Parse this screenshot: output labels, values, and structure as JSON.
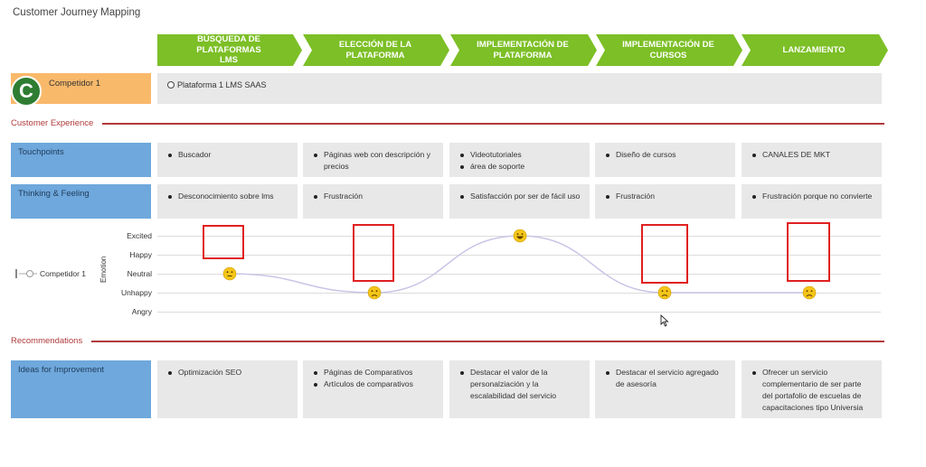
{
  "title": "Customer Journey Mapping",
  "stages": [
    {
      "label_line1": "BÚSQUEDA DE PLATAFORMAS",
      "label_line2": "LMS"
    },
    {
      "label_line1": "ELECCIÓN DE LA",
      "label_line2": "PLATAFORMA"
    },
    {
      "label_line1": "IMPLEMENTACIÓN DE",
      "label_line2": "PLATAFORMA"
    },
    {
      "label_line1": "IMPLEMENTACIÓN DE",
      "label_line2": "CURSOS"
    },
    {
      "label_line1": "LANZAMIENTO",
      "label_line2": ""
    }
  ],
  "persona": {
    "avatar_letter": "C",
    "name": "Competidor 1",
    "platform": "Plataforma 1 LMS SAAS"
  },
  "sections": {
    "experience": "Customer Experience",
    "recommendations": "Recommendations"
  },
  "touchpoints": {
    "label": "Touchpoints",
    "cells": [
      [
        "Buscador"
      ],
      [
        "Páginas web con descripción y precios"
      ],
      [
        "Videotutoriales",
        "área de soporte"
      ],
      [
        "Diseño de cursos"
      ],
      [
        "CANALES DE MKT"
      ]
    ]
  },
  "thinking": {
    "label": "Thinking & Feeling",
    "cells": [
      [
        "Desconocimiento sobre lms"
      ],
      [
        "Frustración"
      ],
      [
        "Satisfacción por ser de fácil uso"
      ],
      [
        "Frustración"
      ],
      [
        "Frustración porque no convierte"
      ]
    ]
  },
  "emotion": {
    "axis_label": "Emotion",
    "levels": [
      "Excited",
      "Happy",
      "Neutral",
      "Unhappy",
      "Angry"
    ],
    "legend_series": "Competidor 1",
    "line_color": "#c9c5e6",
    "face_color": "#f5c518"
  },
  "chart_data": {
    "type": "line",
    "categories": [
      "BÚSQUEDA DE PLATAFORMAS LMS",
      "ELECCIÓN DE LA PLATAFORMA",
      "IMPLEMENTACIÓN DE PLATAFORMA",
      "IMPLEMENTACIÓN DE CURSOS",
      "LANZAMIENTO"
    ],
    "y_categories": [
      "Angry",
      "Unhappy",
      "Neutral",
      "Happy",
      "Excited"
    ],
    "series": [
      {
        "name": "Competidor 1",
        "values": [
          "Neutral",
          "Unhappy",
          "Excited",
          "Unhappy",
          "Unhappy"
        ]
      }
    ],
    "ylabel": "Emotion"
  },
  "improvement": {
    "label": "Ideas for Improvement",
    "cells": [
      [
        "Optimización SEO"
      ],
      [
        "Páginas de Comparativos",
        "Artículos de comparativos"
      ],
      [
        "Destacar el valor de la personalziación y la escalabilidad del servicio"
      ],
      [
        "Destacar el servicio agregado de asesoría"
      ],
      [
        "Ofrecer un servicio complementario de ser parte del portafolio de escuelas de capacitaciones tipo Universia"
      ]
    ]
  },
  "colors": {
    "stage_green": "#7cbf26",
    "persona_orange": "#f9b96a",
    "row_blue": "#6fa8dc",
    "section_red": "#b03a3a",
    "highlight_red": "#e02020"
  }
}
